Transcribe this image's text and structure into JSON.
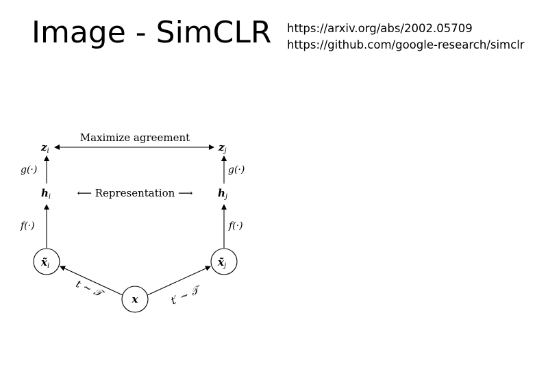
{
  "slide": {
    "title": "Image - SimCLR",
    "links": [
      "https://arxiv.org/abs/2002.05709",
      "https://github.com/google-research/simclr"
    ]
  },
  "diagram": {
    "top_label": "Maximize agreement",
    "middle_label": "⟵ Representation ⟶",
    "z_i": "z",
    "z_i_sub": "i",
    "z_j": "z",
    "z_j_sub": "j",
    "h_i": "h",
    "h_i_sub": "i",
    "h_j": "h",
    "h_j_sub": "j",
    "g_left": "g(·)",
    "g_right": "g(·)",
    "f_left": "f(·)",
    "f_right": "f(·)",
    "xt_i": "x̃",
    "xt_i_sub": "i",
    "xt_j": "x̃",
    "xt_j_sub": "j",
    "x": "x",
    "aug_left": "t ∼ 𝒯",
    "aug_right": "t′ ∼ 𝒯"
  }
}
